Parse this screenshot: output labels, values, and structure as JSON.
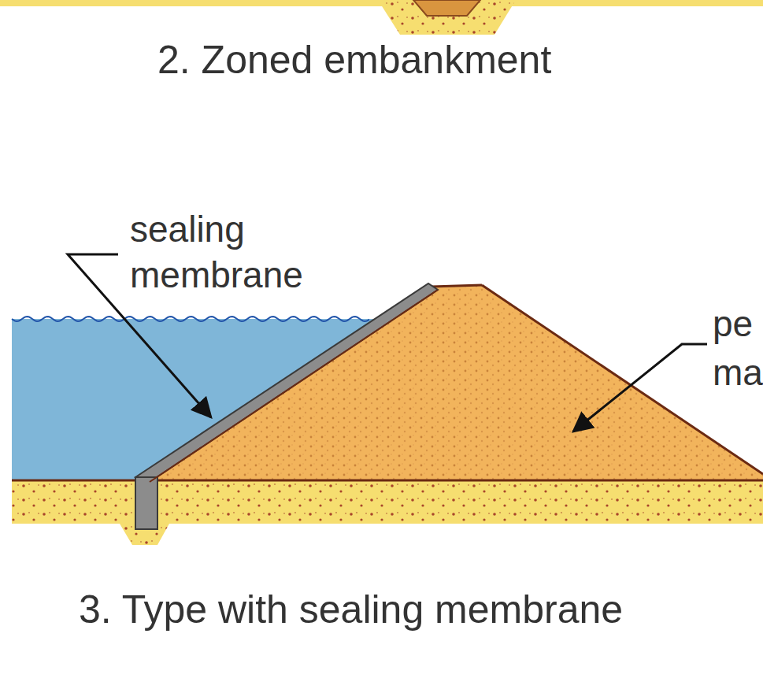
{
  "diagram": {
    "caption": "3. Type with sealing membrane",
    "labels": [
      "2. Zoned embankment",
      "sealing membrane",
      "pe ma"
    ]
  }
}
